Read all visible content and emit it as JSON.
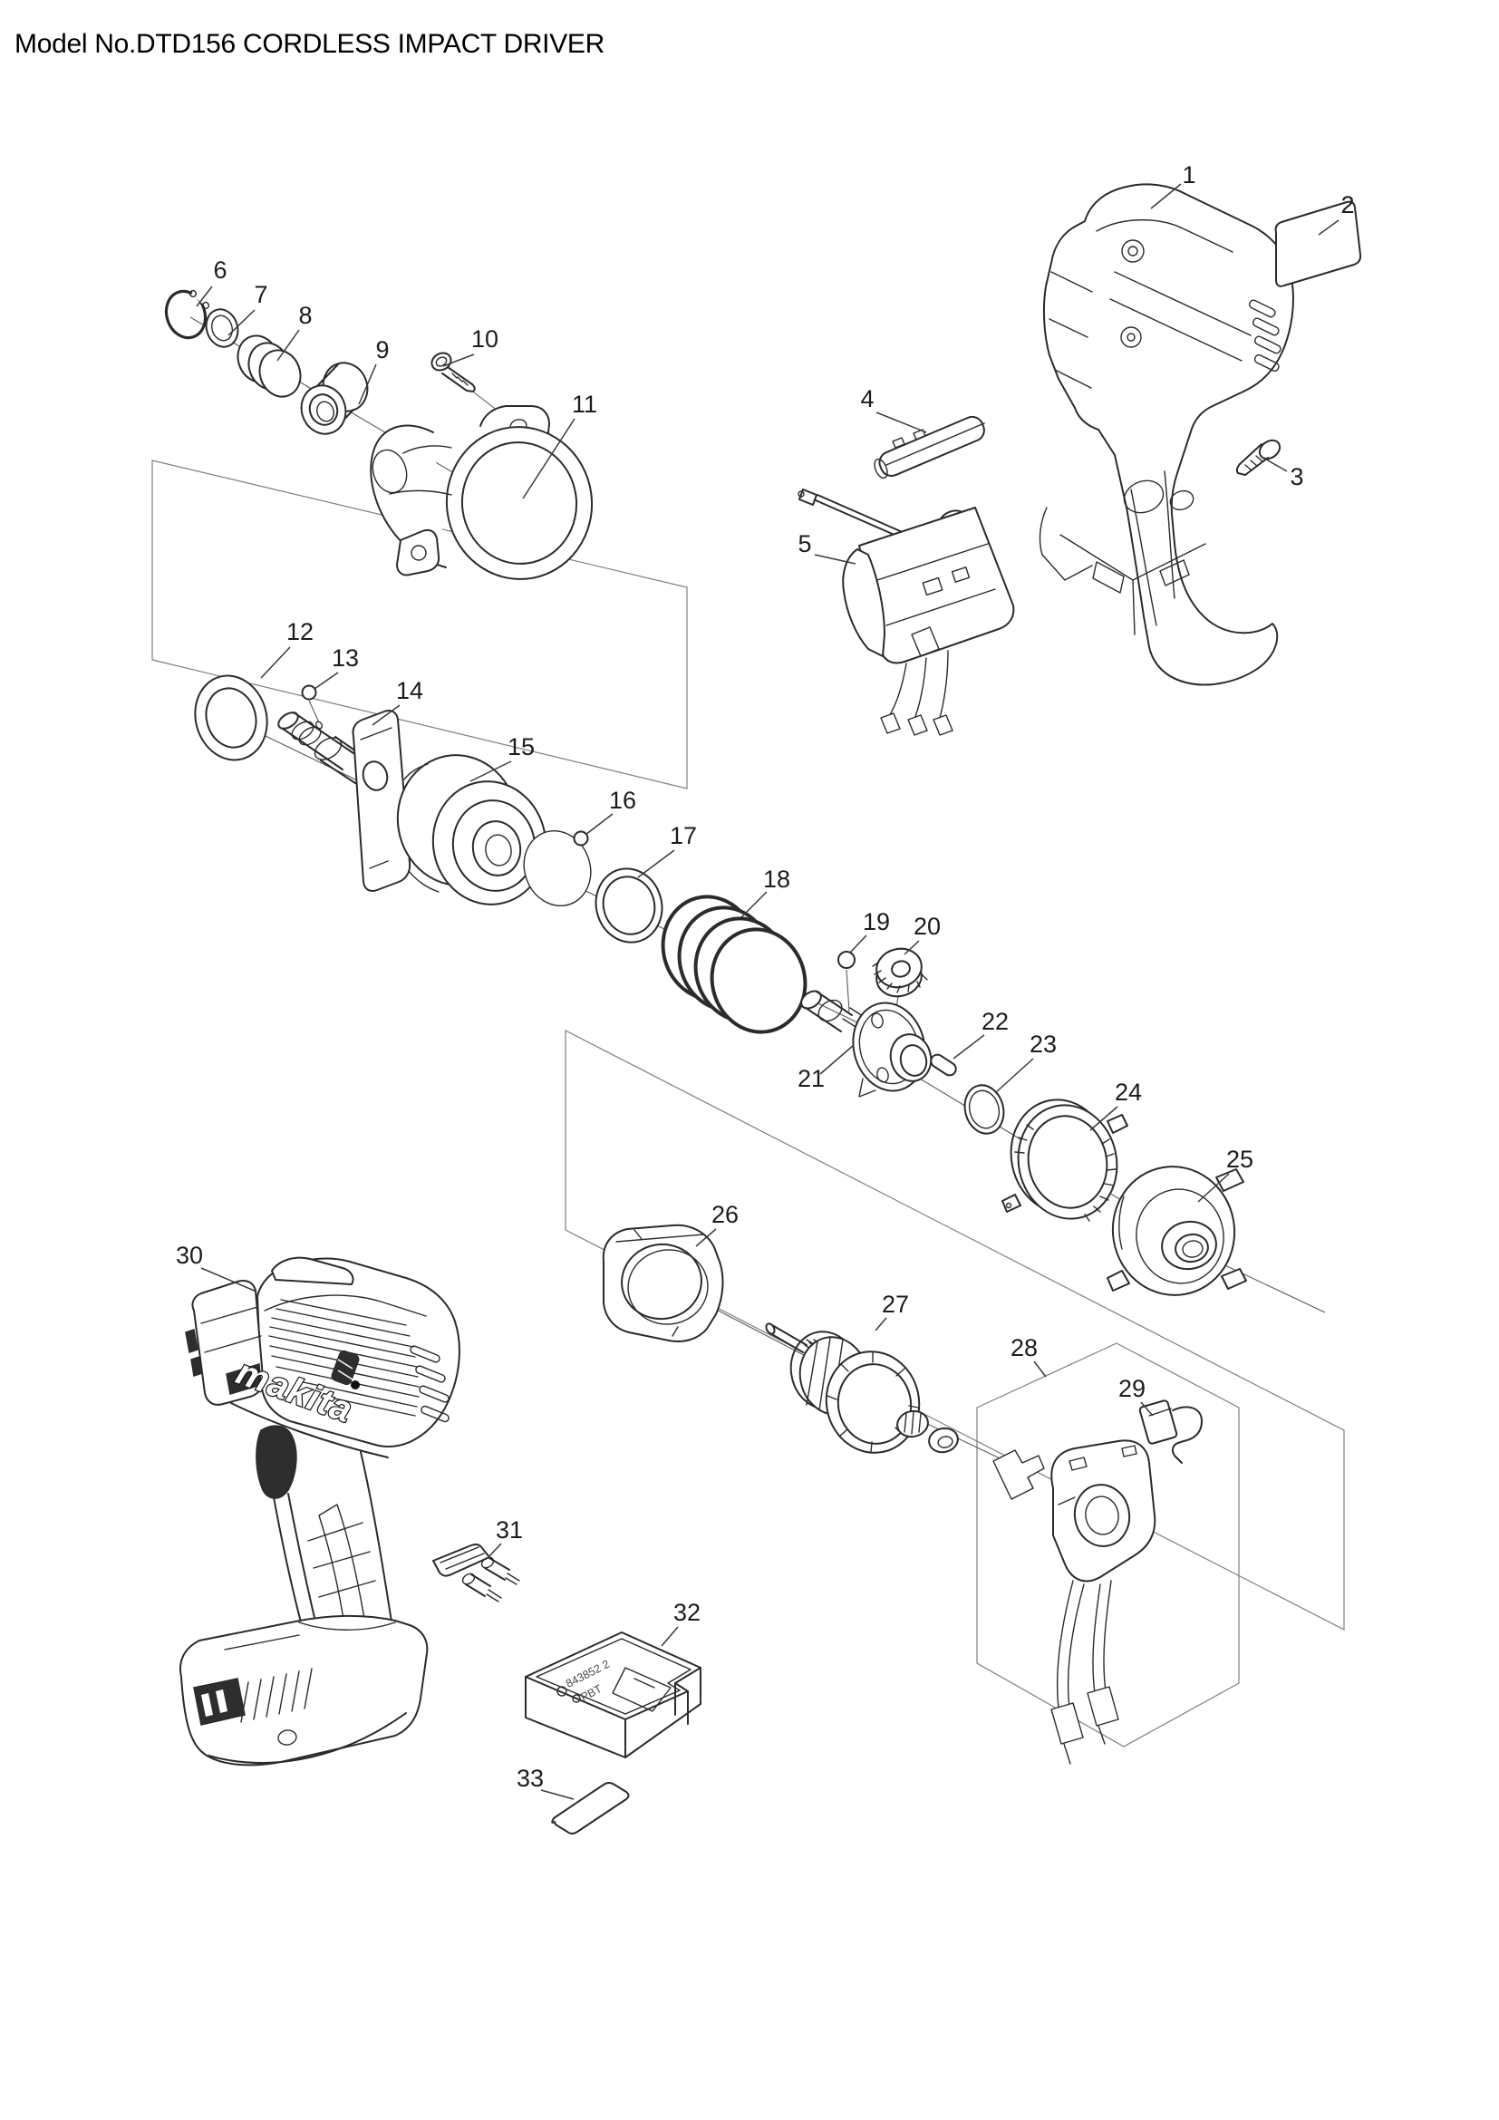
{
  "title": "Model No.DTD156 CORDLESS IMPACT DRIVER",
  "brand": {
    "logo_text": "makita"
  },
  "part32_markings": {
    "code": "843852 2",
    "material": "PBT"
  },
  "parts": [
    {
      "num": "1"
    },
    {
      "num": "2"
    },
    {
      "num": "3"
    },
    {
      "num": "4"
    },
    {
      "num": "5"
    },
    {
      "num": "6"
    },
    {
      "num": "7"
    },
    {
      "num": "8"
    },
    {
      "num": "9"
    },
    {
      "num": "10"
    },
    {
      "num": "11"
    },
    {
      "num": "12"
    },
    {
      "num": "13"
    },
    {
      "num": "14"
    },
    {
      "num": "15"
    },
    {
      "num": "16"
    },
    {
      "num": "17"
    },
    {
      "num": "18"
    },
    {
      "num": "19"
    },
    {
      "num": "20"
    },
    {
      "num": "21"
    },
    {
      "num": "22"
    },
    {
      "num": "23"
    },
    {
      "num": "24"
    },
    {
      "num": "25"
    },
    {
      "num": "26"
    },
    {
      "num": "27"
    },
    {
      "num": "28"
    },
    {
      "num": "29"
    },
    {
      "num": "30"
    },
    {
      "num": "31"
    },
    {
      "num": "32"
    },
    {
      "num": "33"
    }
  ]
}
